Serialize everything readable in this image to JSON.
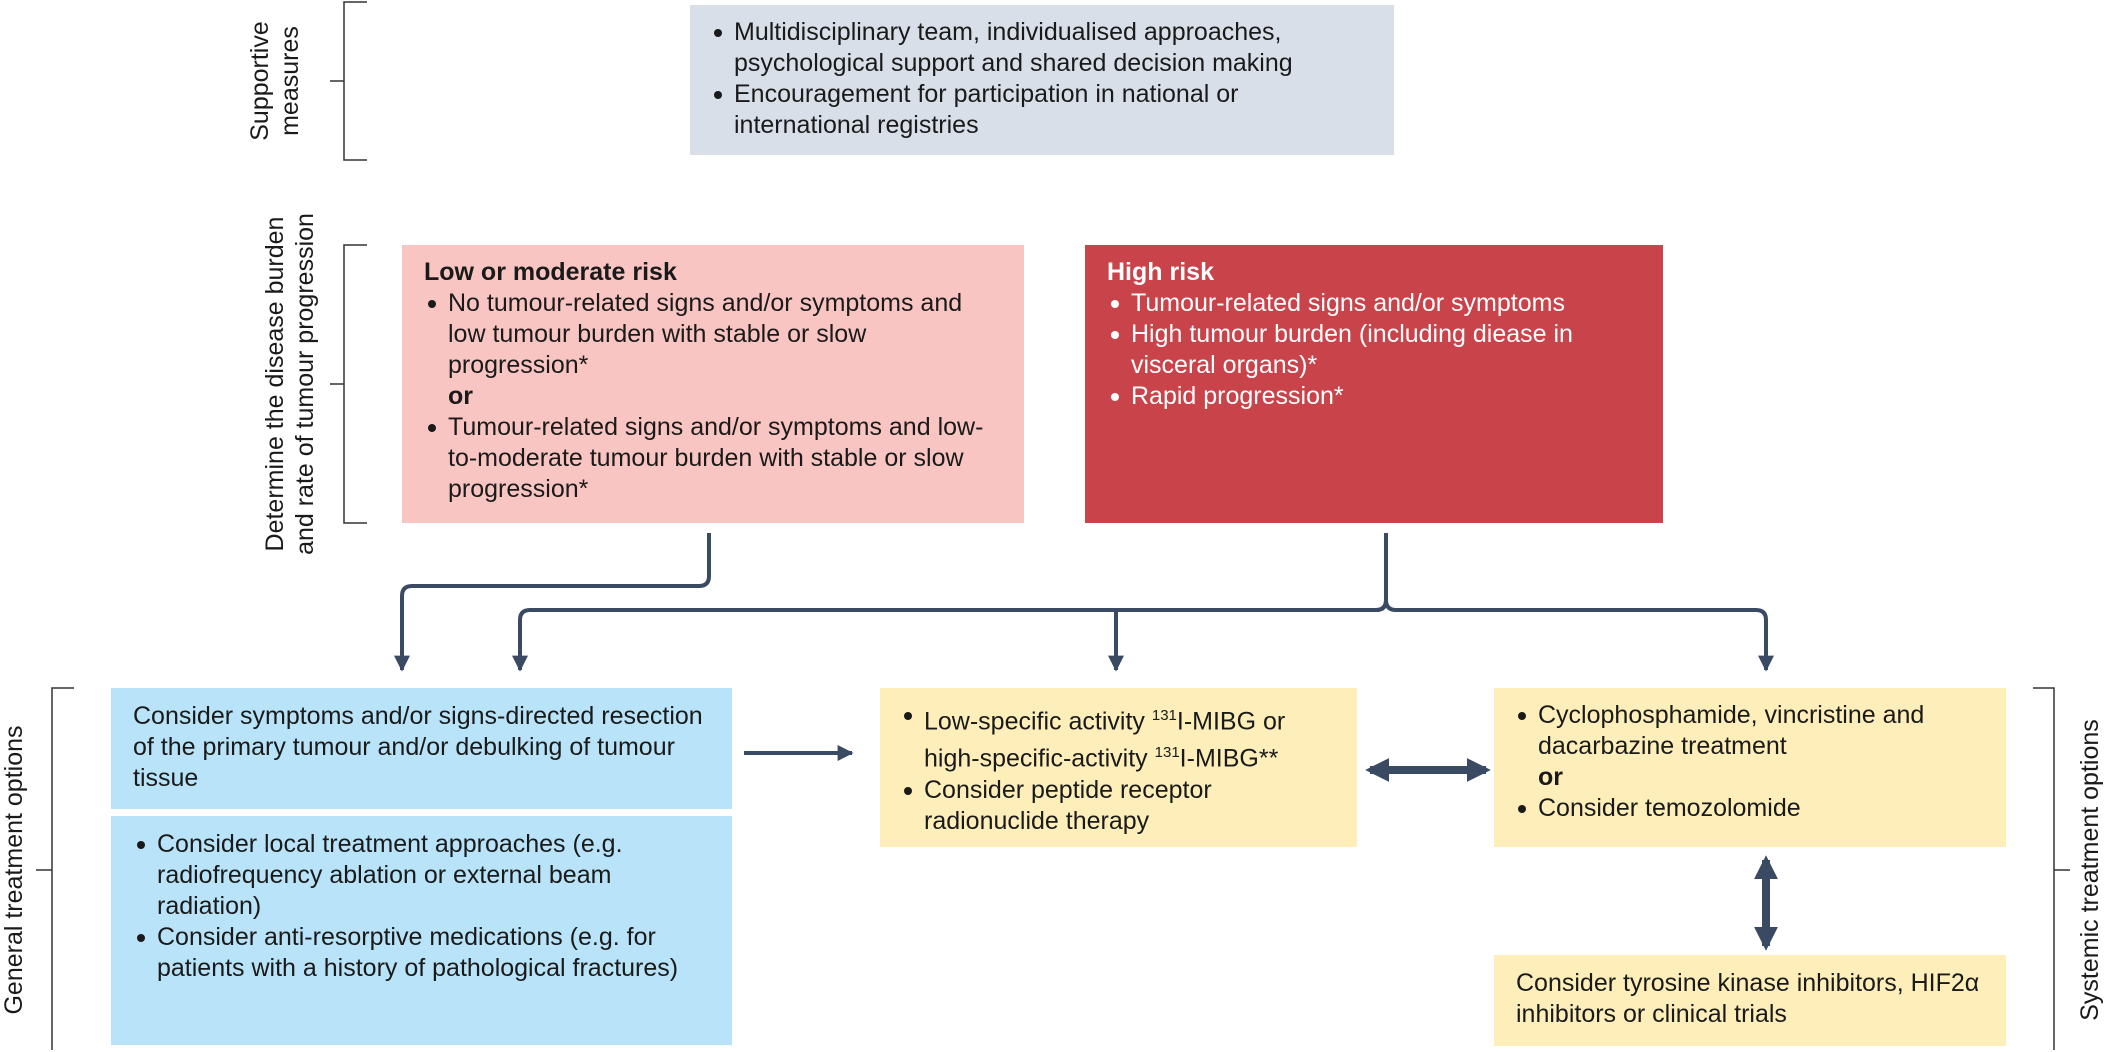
{
  "colors": {
    "supportive_bg": "#d8dfe8",
    "low_risk_bg": "#f9c5c2",
    "high_risk_bg": "#c9434a",
    "general_bg": "#b8e3f8",
    "systemic_bg": "#fdeeba",
    "connector": "#3b4a63"
  },
  "side_labels": {
    "supportive": [
      "Supportive",
      "measures"
    ],
    "determine": [
      "Determine the disease burden",
      "and rate of tumour progression"
    ],
    "general": "General treatment options",
    "systemic": "Systemic treatment options"
  },
  "supportive_box": {
    "items": [
      "Multidisciplinary team, individualised approaches, psychological support and shared decision making",
      "Encouragement for participation in national or international registries"
    ]
  },
  "low_risk_box": {
    "heading": "Low or moderate risk",
    "item_1": "No tumour-related signs and/or symptoms and low tumour burden with stable or slow progression*",
    "separator": "or",
    "item_2": "Tumour-related signs and/or symptoms and low-to-moderate tumour burden with stable or slow progression*"
  },
  "high_risk_box": {
    "heading": "High risk",
    "items": [
      "Tumour-related signs and/or symptoms",
      "High tumour burden (including diease in visceral organs)*",
      "Rapid progression*"
    ]
  },
  "resection_box": {
    "text": "Consider symptoms and/or signs-directed resection of the primary tumour and/or debulking of tumour tissue"
  },
  "local_box": {
    "items": [
      "Consider local treatment approaches (e.g. radiofrequency ablation or external beam radiation)",
      "Consider anti-resorptive medications (e.g. for patients with a history of pathological fractures)"
    ]
  },
  "mibg_box": {
    "item_1_a": "Low-specific activity ",
    "isotope_1": "131",
    "item_1_b": "I-MIBG or high-specific-activity ",
    "isotope_2": "131",
    "item_1_c": "I-MIBG**",
    "item_2": "Consider peptide receptor radionuclide therapy"
  },
  "chemo_box": {
    "item_1": "Cyclophosphamide, vincristine and dacarbazine treatment",
    "separator": "or",
    "item_2": "Consider temozolomide"
  },
  "tki_box": {
    "text": "Consider tyrosine kinase inhibitors, HIF2α inhibitors or clinical trials"
  }
}
